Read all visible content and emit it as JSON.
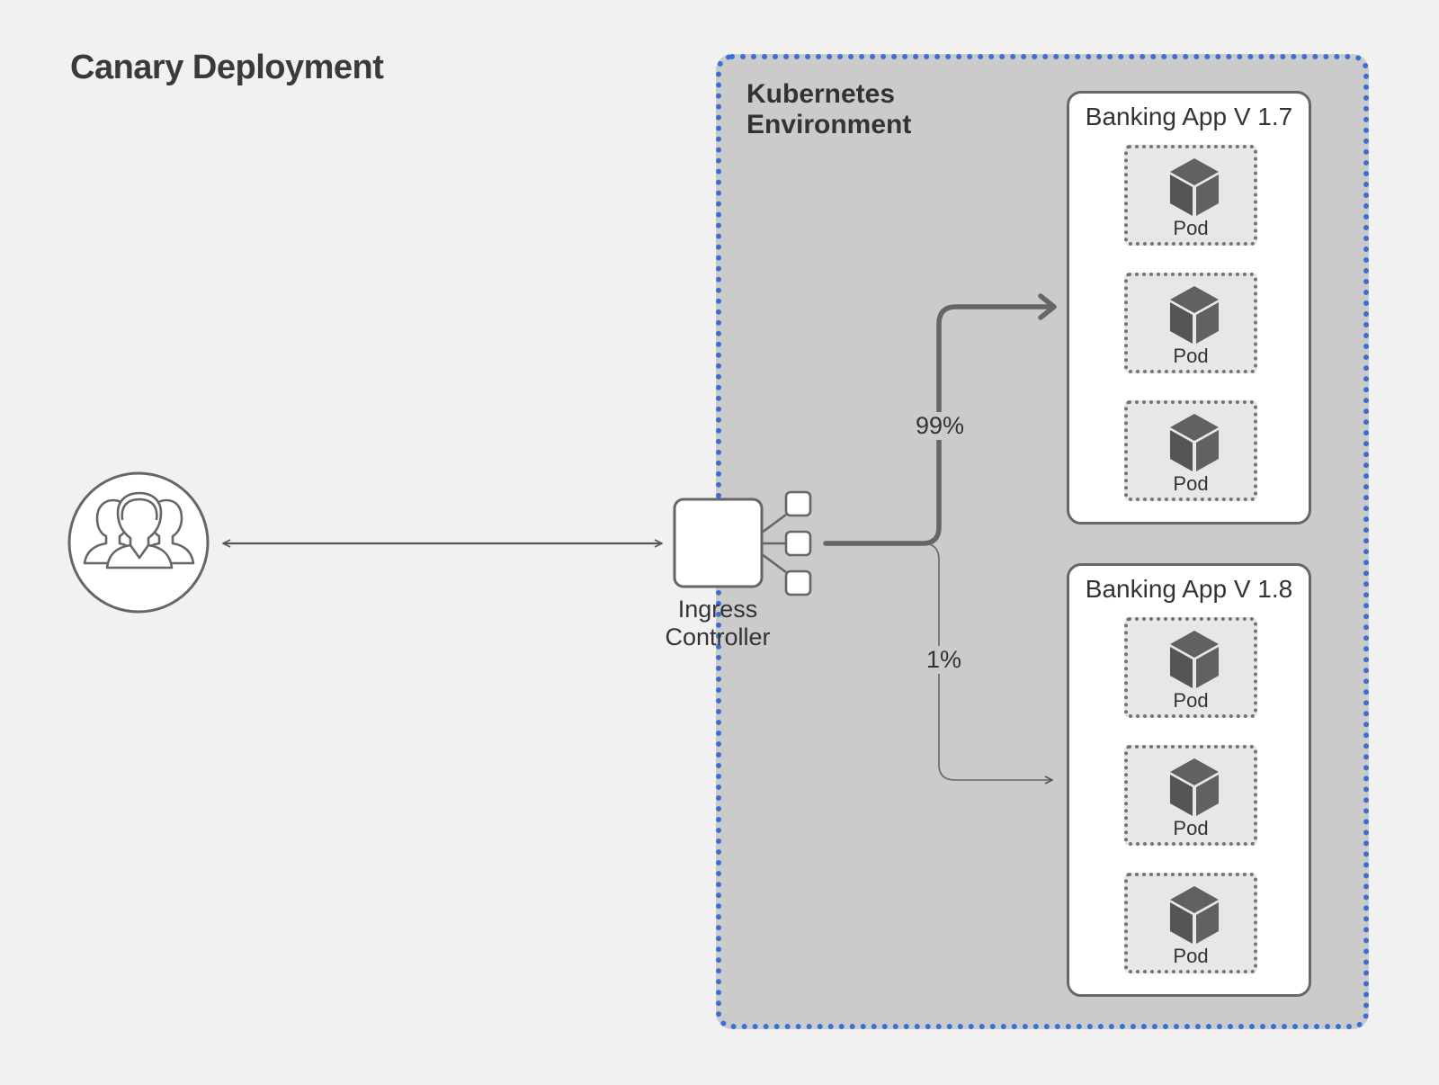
{
  "title": "Canary Deployment",
  "environment": {
    "label_line1": "Kubernetes",
    "label_line2": "Environment",
    "border_color": "#3a6fd6"
  },
  "users": {
    "icon": "users-group-icon"
  },
  "ingress": {
    "label_line1": "Ingress",
    "label_line2": "Controller",
    "icon": "ingress-controller-icon"
  },
  "routes": {
    "primary": {
      "label": "99%"
    },
    "canary": {
      "label": "1%"
    }
  },
  "apps": [
    {
      "title": "Banking App V 1.7",
      "pods": [
        "Pod",
        "Pod",
        "Pod"
      ]
    },
    {
      "title": "Banking App V 1.8",
      "pods": [
        "Pod",
        "Pod",
        "Pod"
      ]
    }
  ],
  "pod_icon": "cube-icon"
}
